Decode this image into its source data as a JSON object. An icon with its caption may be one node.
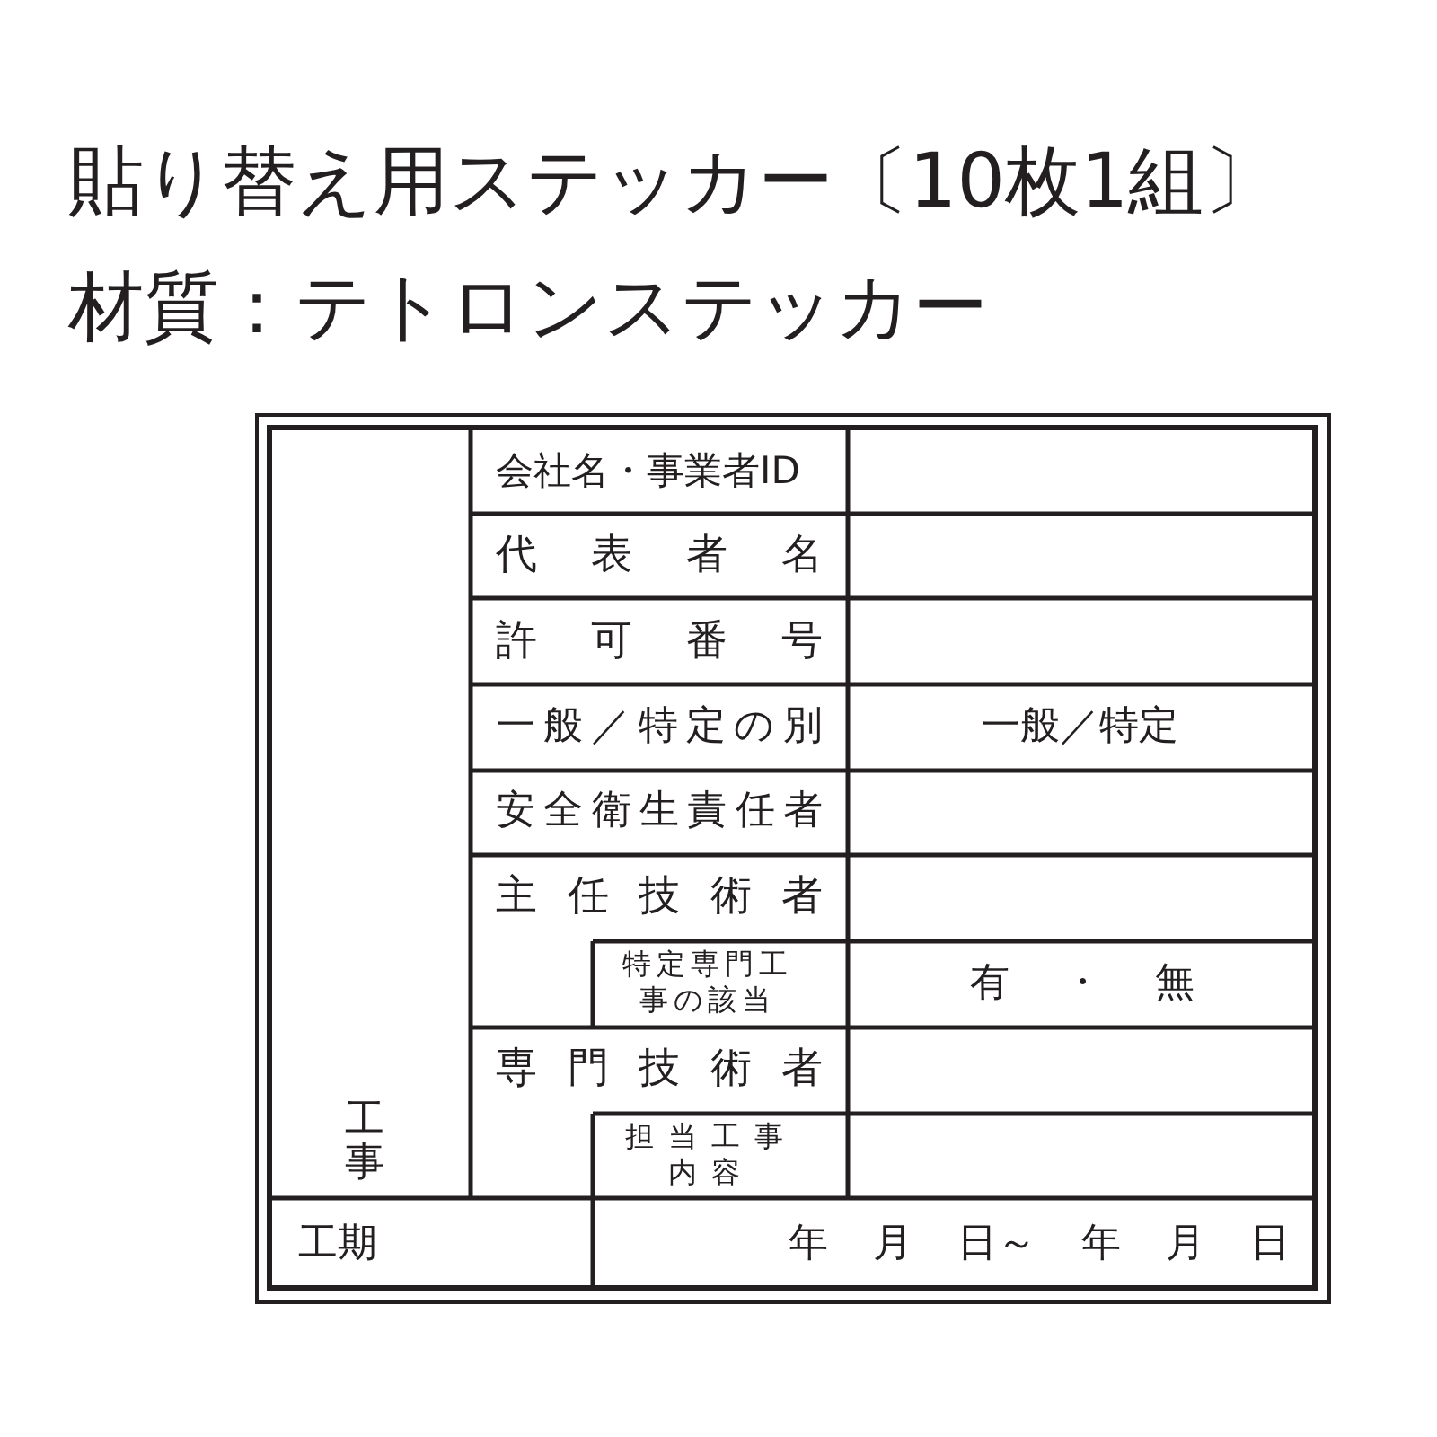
{
  "diagram": {
    "title": "貼り替え用ステッカー〔10枚1組〕",
    "labels": [
      "材質：テトロンステッカー",
      "会社名・事業者ID",
      "代表者名",
      "許可番号",
      "一般／特定の別",
      "一般／特定",
      "安全衛生責任者",
      "主任技術者",
      "特定専門工事の該当",
      "有・無",
      "専門技術者",
      "担当工事内容",
      "工事",
      "工期",
      "年 月 日～ 年 月 日"
    ]
  }
}
